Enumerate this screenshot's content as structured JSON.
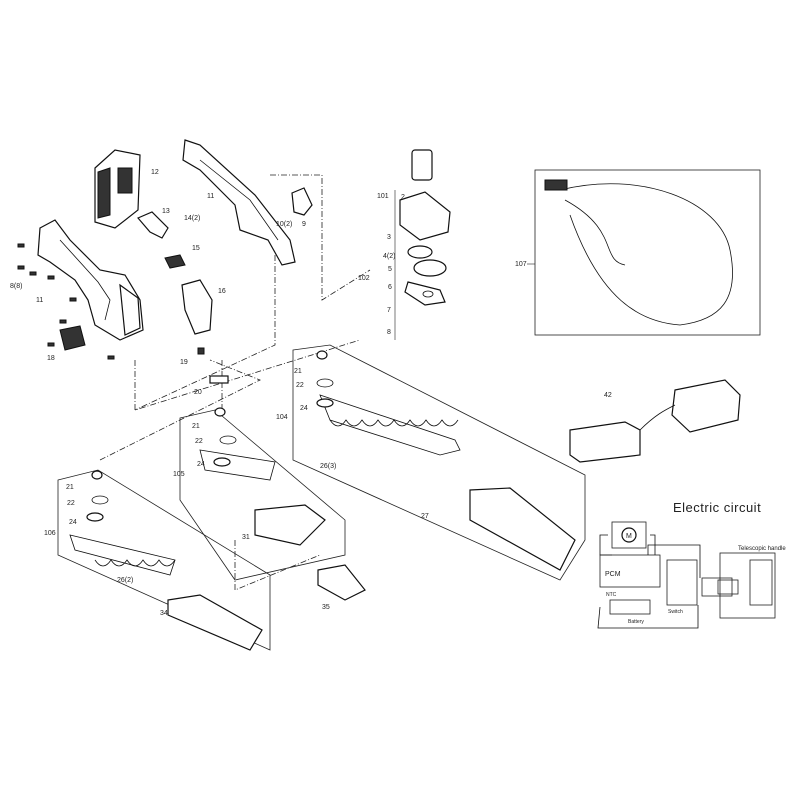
{
  "diagram": {
    "part_labels": [
      "12",
      "11",
      "13",
      "14(2)",
      "10(2)",
      "9",
      "15",
      "16",
      "11",
      "8(8)",
      "18",
      "19",
      "20",
      "101",
      "2",
      "3",
      "4(2)",
      "5",
      "102",
      "6",
      "7",
      "8",
      "107",
      "42",
      "21",
      "22",
      "24",
      "104",
      "26(3)",
      "27",
      "21",
      "22",
      "24",
      "105",
      "31",
      "21",
      "22",
      "24",
      "106",
      "26(2)",
      "34",
      "35"
    ],
    "circuit": {
      "title": "Electric circuit",
      "motor": "M",
      "controller": "PCM",
      "handle_label": "Telescopic handle",
      "switch": "Switch",
      "battery": "Battery",
      "ntc": "NTC"
    }
  }
}
